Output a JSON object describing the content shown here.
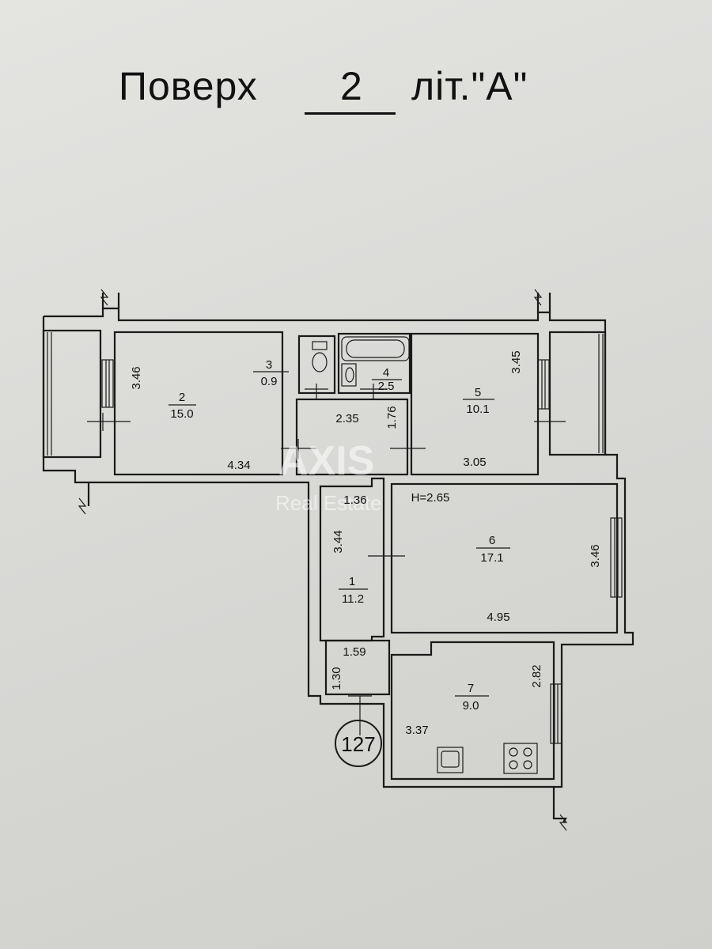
{
  "header": {
    "label": "Поверх",
    "floor_number": "2",
    "suffix": "літ.\"А\""
  },
  "height_note": "H=2.65",
  "apartment_number": "127",
  "watermark": {
    "main": "AXIS",
    "sub": "Real Estate"
  },
  "rooms": [
    {
      "number": "1",
      "area": "11.2"
    },
    {
      "number": "2",
      "area": "15.0"
    },
    {
      "number": "3",
      "area": "0.9"
    },
    {
      "number": "4",
      "area": "2.5"
    },
    {
      "number": "5",
      "area": "10.1"
    },
    {
      "number": "6",
      "area": "17.1"
    },
    {
      "number": "7",
      "area": "9.0"
    }
  ],
  "dimensions": {
    "room2_height": "3.46",
    "room2_width": "4.34",
    "corridor_width": "2.35",
    "corridor_height": "1.76",
    "room5_height": "3.45",
    "room5_width": "3.05",
    "hall_width": "1.36",
    "hall_height": "3.44",
    "room6_height": "3.46",
    "room6_width": "4.95",
    "entry_width": "1.59",
    "entry_height": "1.30",
    "kitchen_height": "2.82",
    "kitchen_width": "3.37"
  }
}
